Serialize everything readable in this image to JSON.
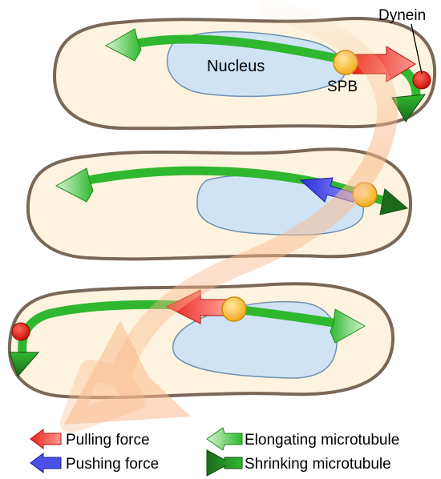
{
  "labels": {
    "nucleus": "Nucleus",
    "spb": "SPB",
    "dynein": "Dynein"
  },
  "legend": {
    "pulling": "Pulling force",
    "pushing": "Pushing force",
    "elongating": "Elongating microtubule",
    "shrinking": "Shrinking microtubule"
  },
  "colors": {
    "cell_fill": "#fdf3de",
    "cell_stroke": "#7a6757",
    "nucleus_fill": "#cfe3f5",
    "microtubule": "#2fb82f",
    "pulling": "#e8221c",
    "pushing": "#2b2fd8",
    "spb": "#f6b51d",
    "dynein": "#e8100c",
    "motion_arrow": "#f9b98c"
  }
}
